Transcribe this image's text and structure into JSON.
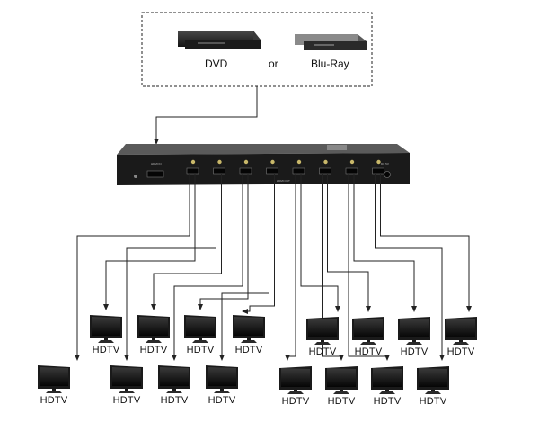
{
  "sources": {
    "dvd_label": "DVD",
    "or_label": "or",
    "bluray_label": "Blu-Ray"
  },
  "splitter": {
    "input_label": "HDMI IN",
    "power_label": "DC 5V",
    "output_label": "HDMI OUT",
    "port_count": 8
  },
  "display_label": "HDTV",
  "colors": {
    "line": "#222222",
    "device_body": "#2b2b2b",
    "screen": "#101010"
  }
}
